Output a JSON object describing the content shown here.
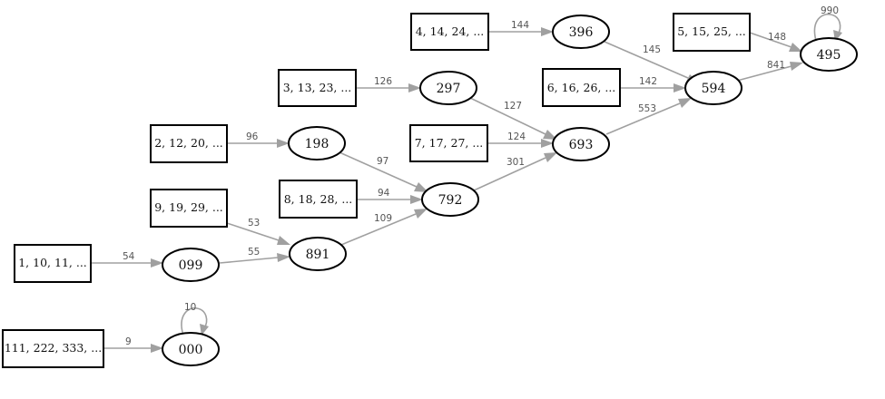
{
  "diagram": {
    "boxes": [
      {
        "id": "b4",
        "label": "4, 14, 24, ..."
      },
      {
        "id": "b5",
        "label": "5, 15, 25, ..."
      },
      {
        "id": "b3",
        "label": "3, 13, 23, ..."
      },
      {
        "id": "b6",
        "label": "6, 16, 26, ..."
      },
      {
        "id": "b2",
        "label": "2, 12, 20, ..."
      },
      {
        "id": "b7",
        "label": "7, 17, 27, ..."
      },
      {
        "id": "b9",
        "label": "9, 19, 29, ..."
      },
      {
        "id": "b8",
        "label": "8, 18, 28, ..."
      },
      {
        "id": "b1",
        "label": "1, 10, 11, ..."
      },
      {
        "id": "b111",
        "label": "111, 222, 333, ..."
      }
    ],
    "nodes": [
      {
        "id": "n396",
        "label": "396"
      },
      {
        "id": "n495",
        "label": "495"
      },
      {
        "id": "n297",
        "label": "297"
      },
      {
        "id": "n594",
        "label": "594"
      },
      {
        "id": "n198",
        "label": "198"
      },
      {
        "id": "n693",
        "label": "693"
      },
      {
        "id": "n792",
        "label": "792"
      },
      {
        "id": "n891",
        "label": "891"
      },
      {
        "id": "n099",
        "label": "099"
      },
      {
        "id": "n000",
        "label": "000"
      }
    ],
    "edges": [
      {
        "id": "e1",
        "from": "b4",
        "to": "n396",
        "label": "144"
      },
      {
        "id": "e2",
        "from": "n396",
        "to": "n594",
        "label": "145"
      },
      {
        "id": "e3",
        "from": "b5",
        "to": "n495",
        "label": "148"
      },
      {
        "id": "e4",
        "from": "n495",
        "to": "n495",
        "label": "990"
      },
      {
        "id": "e5",
        "from": "n594",
        "to": "n495",
        "label": "841"
      },
      {
        "id": "e6",
        "from": "b3",
        "to": "n297",
        "label": "126"
      },
      {
        "id": "e7",
        "from": "n297",
        "to": "n693",
        "label": "127"
      },
      {
        "id": "e8",
        "from": "b6",
        "to": "n594",
        "label": "142"
      },
      {
        "id": "e9",
        "from": "n693",
        "to": "n594",
        "label": "553"
      },
      {
        "id": "e10",
        "from": "b2",
        "to": "n198",
        "label": "96"
      },
      {
        "id": "e11",
        "from": "n198",
        "to": "n792",
        "label": "97"
      },
      {
        "id": "e12",
        "from": "b7",
        "to": "n693",
        "label": "124"
      },
      {
        "id": "e13",
        "from": "n792",
        "to": "n693",
        "label": "301"
      },
      {
        "id": "e14",
        "from": "b8",
        "to": "n792",
        "label": "94"
      },
      {
        "id": "e15",
        "from": "b9",
        "to": "n891",
        "label": "53"
      },
      {
        "id": "e16",
        "from": "n891",
        "to": "n792",
        "label": "109"
      },
      {
        "id": "e17",
        "from": "b1",
        "to": "n099",
        "label": "54"
      },
      {
        "id": "e18",
        "from": "n099",
        "to": "n891",
        "label": "55"
      },
      {
        "id": "e19",
        "from": "n000",
        "to": "n000",
        "label": "10"
      },
      {
        "id": "e20",
        "from": "b111",
        "to": "n000",
        "label": "9"
      }
    ]
  }
}
